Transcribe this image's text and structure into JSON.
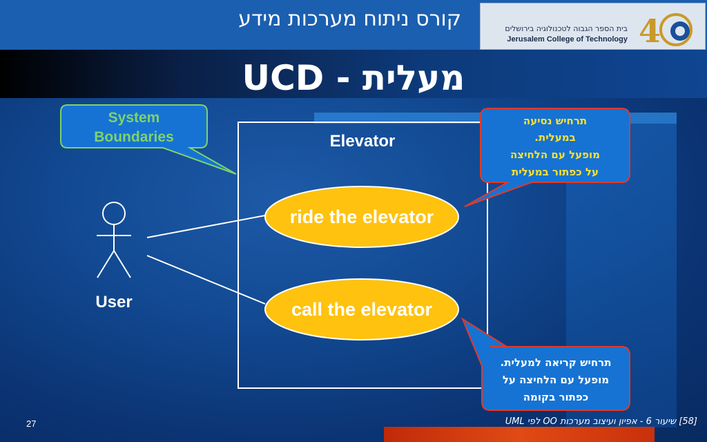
{
  "header": {
    "course_title": "קורס ניתוח מערכות מידע",
    "logo_text_he": "בית הספר הגבוה לטכנולוגיה בירושלים",
    "logo_text_en": "Jerusalem College of Technology"
  },
  "slide": {
    "title": "מעלית - UCD",
    "page_number": "27",
    "footer_note": "[58] שיעור 6 - אפיון ועיצוב מערכות OO לפי UML"
  },
  "diagram": {
    "system_name": "Elevator",
    "actor_label": "User",
    "use_cases": [
      {
        "label": "ride the elevator"
      },
      {
        "label": "call the elevator"
      }
    ],
    "callouts": {
      "system_boundaries": [
        "System",
        "Boundaries"
      ],
      "ride_note": [
        "תרחיש נסיעה",
        "במעלית.",
        "מופעל עם הלחיצה",
        "על כפתור במעלית"
      ],
      "call_note": [
        "תרחיש קריאה למעלית.",
        "מופעל עם הלחיצה על",
        "כפתור בקומה"
      ]
    }
  },
  "colors": {
    "use_case_fill": "#ffc20e",
    "callout_green": "#7fd36a",
    "callout_red": "#e03a2a",
    "callout_yellow_text": "#ffe030",
    "callout_fill": "#1673d3"
  }
}
